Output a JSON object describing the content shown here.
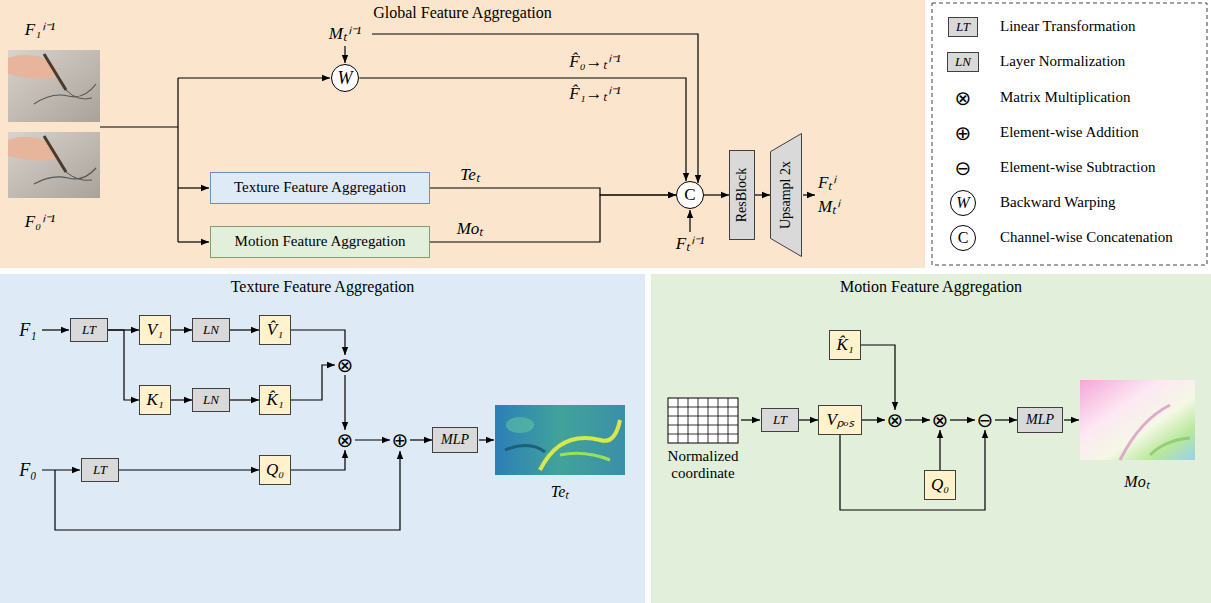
{
  "diagram": {
    "nodes": [
      {
        "text": [
          "Global Feature Aggregation"
        ]
      },
      {
        "text": [
          "W"
        ],
        "in": 0
      },
      {
        "text": [
          "Texture Feature Aggregation"
        ],
        "in": 0
      },
      {
        "text": [
          "Motion Feature Aggregation"
        ],
        "in": 0
      },
      {
        "text": [
          "C"
        ],
        "in": 0
      },
      {
        "text": [
          "ResBlock"
        ],
        "in": 0
      },
      {
        "text": [
          "Upsampl 2x"
        ],
        "in": 0
      },
      {
        "text": [
          "Texture Feature Aggregation"
        ]
      },
      {
        "text": [
          "LT"
        ],
        "in": 7
      },
      {
        "text": [
          "V₁"
        ],
        "in": 7
      },
      {
        "text": [
          "LN"
        ],
        "in": 7
      },
      {
        "text": [
          "V̂₁"
        ],
        "in": 7
      },
      {
        "text": [
          "K₁"
        ],
        "in": 7
      },
      {
        "text": [
          "LN"
        ],
        "in": 7
      },
      {
        "text": [
          "K̂₁"
        ],
        "in": 7
      },
      {
        "text": [
          "⊗"
        ],
        "in": 7
      },
      {
        "text": [
          "⊗"
        ],
        "in": 7
      },
      {
        "text": [
          "⊕"
        ],
        "in": 7
      },
      {
        "text": [
          "LT"
        ],
        "in": 7
      },
      {
        "text": [
          "Q₀"
        ],
        "in": 7
      },
      {
        "text": [
          "MLP"
        ],
        "in": 7
      },
      {
        "text": [
          "Motion Feature Aggregation"
        ]
      },
      {
        "text": [
          "K̂₁"
        ],
        "in": 21
      },
      {
        "text": [
          "LT"
        ],
        "in": 21
      },
      {
        "text": [
          "Vₚₒₛ"
        ],
        "in": 21
      },
      {
        "text": [
          "⊗"
        ],
        "in": 21
      },
      {
        "text": [
          "⊗"
        ],
        "in": 21
      },
      {
        "text": [
          "Q₀"
        ],
        "in": 21
      },
      {
        "text": [
          "⊖"
        ],
        "in": 21
      },
      {
        "text": [
          "MLP"
        ],
        "in": 21
      }
    ],
    "edges": [
      {
        "from": 1,
        "to": 4,
        "arrow": "to"
      },
      {
        "from": 2,
        "to": 4,
        "label": "Teₜ",
        "arrow": "to"
      },
      {
        "from": 3,
        "to": 4,
        "label": "Moₜ",
        "arrow": "to"
      },
      {
        "from": 4,
        "to": 5,
        "arrow": "to"
      },
      {
        "from": 5,
        "to": 6,
        "arrow": "to"
      },
      {
        "from": 8,
        "to": 9,
        "arrow": "to"
      },
      {
        "from": 8,
        "to": 12,
        "arrow": "to"
      },
      {
        "from": 9,
        "to": 10,
        "arrow": "to"
      },
      {
        "from": 10,
        "to": 11,
        "arrow": "to"
      },
      {
        "from": 12,
        "to": 13,
        "arrow": "to"
      },
      {
        "from": 13,
        "to": 14,
        "arrow": "to"
      },
      {
        "from": 11,
        "to": 15,
        "arrow": "to"
      },
      {
        "from": 14,
        "to": 15,
        "arrow": "to"
      },
      {
        "from": 15,
        "to": 16,
        "arrow": "to"
      },
      {
        "from": 18,
        "to": 19,
        "arrow": "to"
      },
      {
        "from": 19,
        "to": 16,
        "arrow": "to"
      },
      {
        "from": 16,
        "to": 17,
        "arrow": "to"
      },
      {
        "from": 17,
        "to": 20,
        "arrow": "to"
      },
      {
        "from": 23,
        "to": 24,
        "arrow": "to"
      },
      {
        "from": 24,
        "to": 25,
        "arrow": "to"
      },
      {
        "from": 22,
        "to": 25,
        "arrow": "to"
      },
      {
        "from": 25,
        "to": 26,
        "arrow": "to"
      },
      {
        "from": 27,
        "to": 26,
        "arrow": "to"
      },
      {
        "from": 26,
        "to": 28,
        "arrow": "to"
      },
      {
        "from": 24,
        "to": 28,
        "arrow": "to"
      },
      {
        "from": 28,
        "to": 29,
        "arrow": "to"
      }
    ],
    "labels": [
      "F₁ⁱ⁻¹",
      "F₀ⁱ⁻¹",
      "Mₜⁱ⁻¹",
      "F̂₀→ₜⁱ⁻¹",
      "F̂₁→ₜⁱ⁻¹",
      "Fₜⁱ⁻¹",
      "Fₜⁱ",
      "Mₜⁱ",
      "LT",
      "LN",
      "⊗",
      "⊕",
      "⊖",
      "W",
      "C",
      "F₁",
      "F₀",
      "Teₜ",
      "Normalized coordinate",
      "Moₜ"
    ],
    "legend": [
      {
        "text": "Linear Transformation"
      },
      {
        "text": "Layer Normalization"
      },
      {
        "text": "Matrix Multiplication"
      },
      {
        "text": "Element-wise Addition"
      },
      {
        "text": "Element-wise Subtraction"
      },
      {
        "text": "Backward Warping"
      },
      {
        "text": "Channel-wise Concatenation"
      }
    ]
  }
}
